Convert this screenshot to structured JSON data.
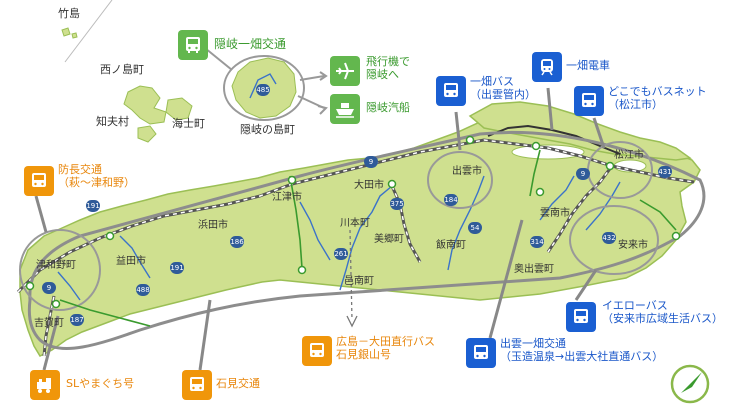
{
  "islands": {
    "takeshima": "竹島",
    "nishinoshima": "西ノ島町",
    "chibumura": "知夫村",
    "amacho": "海士町",
    "okinoshima": "隠岐の島町",
    "route485": "485"
  },
  "oki_transport": {
    "bus": "隠岐一畑交通",
    "plane": "飛行機で\n隠岐へ",
    "ferry": "隠岐汽船"
  },
  "services": {
    "ichibata_bus": "一畑バス\n（出雲管内）",
    "ichibata_train": "一畑電車",
    "dokodemo": "どこでもバスネット\n（松江市）",
    "bocho": "防長交通\n（萩～津和野）",
    "yellow_bus": "イエローバス\n（安来市広域生活バス）",
    "izumo_ichibata": "出雲一畑交通\n（玉造温泉→出雲大社直通バス）",
    "hiroshima": "広島－大田直行バス\n石見銀山号",
    "iwami": "石見交通",
    "sl": "SLやまぐち号"
  },
  "cities": {
    "matsue": "松江市",
    "izumo": "出雲市",
    "oda": "大田市",
    "gotsu": "江津市",
    "hamada": "浜田市",
    "masuda": "益田市",
    "tsuwano": "津和野町",
    "yoshika": "吉賀町",
    "kawamoto": "川本町",
    "misato": "美郷町",
    "onan": "邑南町",
    "iinan": "飯南町",
    "unnan": "雲南市",
    "okuizumo": "奥出雲町",
    "yasugi": "安来市"
  },
  "routes": {
    "r9a": "9",
    "r9b": "9",
    "r9c": "9",
    "r191a": "191",
    "r191b": "191",
    "r186": "186",
    "r261": "261",
    "r375": "375",
    "r184": "184",
    "r54": "54",
    "r314": "314",
    "r432": "432",
    "r431": "431",
    "r488": "488",
    "r187": "187"
  },
  "colors": {
    "land": "#cfe08f",
    "land_stroke": "#9bbf55",
    "river": "#3b73c9",
    "rail": "#555555",
    "route_loop": "#8d8d8d",
    "orange": "#f0960a",
    "blue": "#1a5fd2",
    "green": "#55b045"
  }
}
